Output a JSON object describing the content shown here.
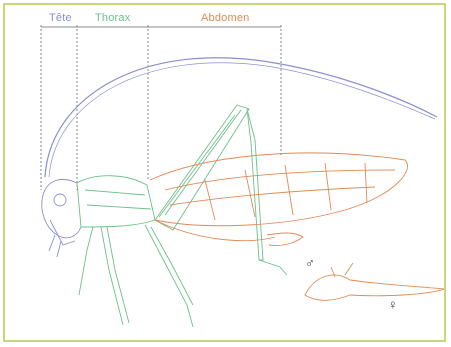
{
  "segments": {
    "head": {
      "label": "Tête",
      "color": "#8a8fd0"
    },
    "thorax": {
      "label": "Thorax",
      "color": "#6cc08a"
    },
    "abdomen": {
      "label": "Abdomen",
      "color": "#e08a55"
    }
  },
  "symbols": {
    "male": "♂",
    "female": "♀"
  },
  "colors": {
    "border": "#c9d77a",
    "head": "#8a8fd0",
    "thorax": "#6cc08a",
    "abdomen": "#e08a55"
  }
}
